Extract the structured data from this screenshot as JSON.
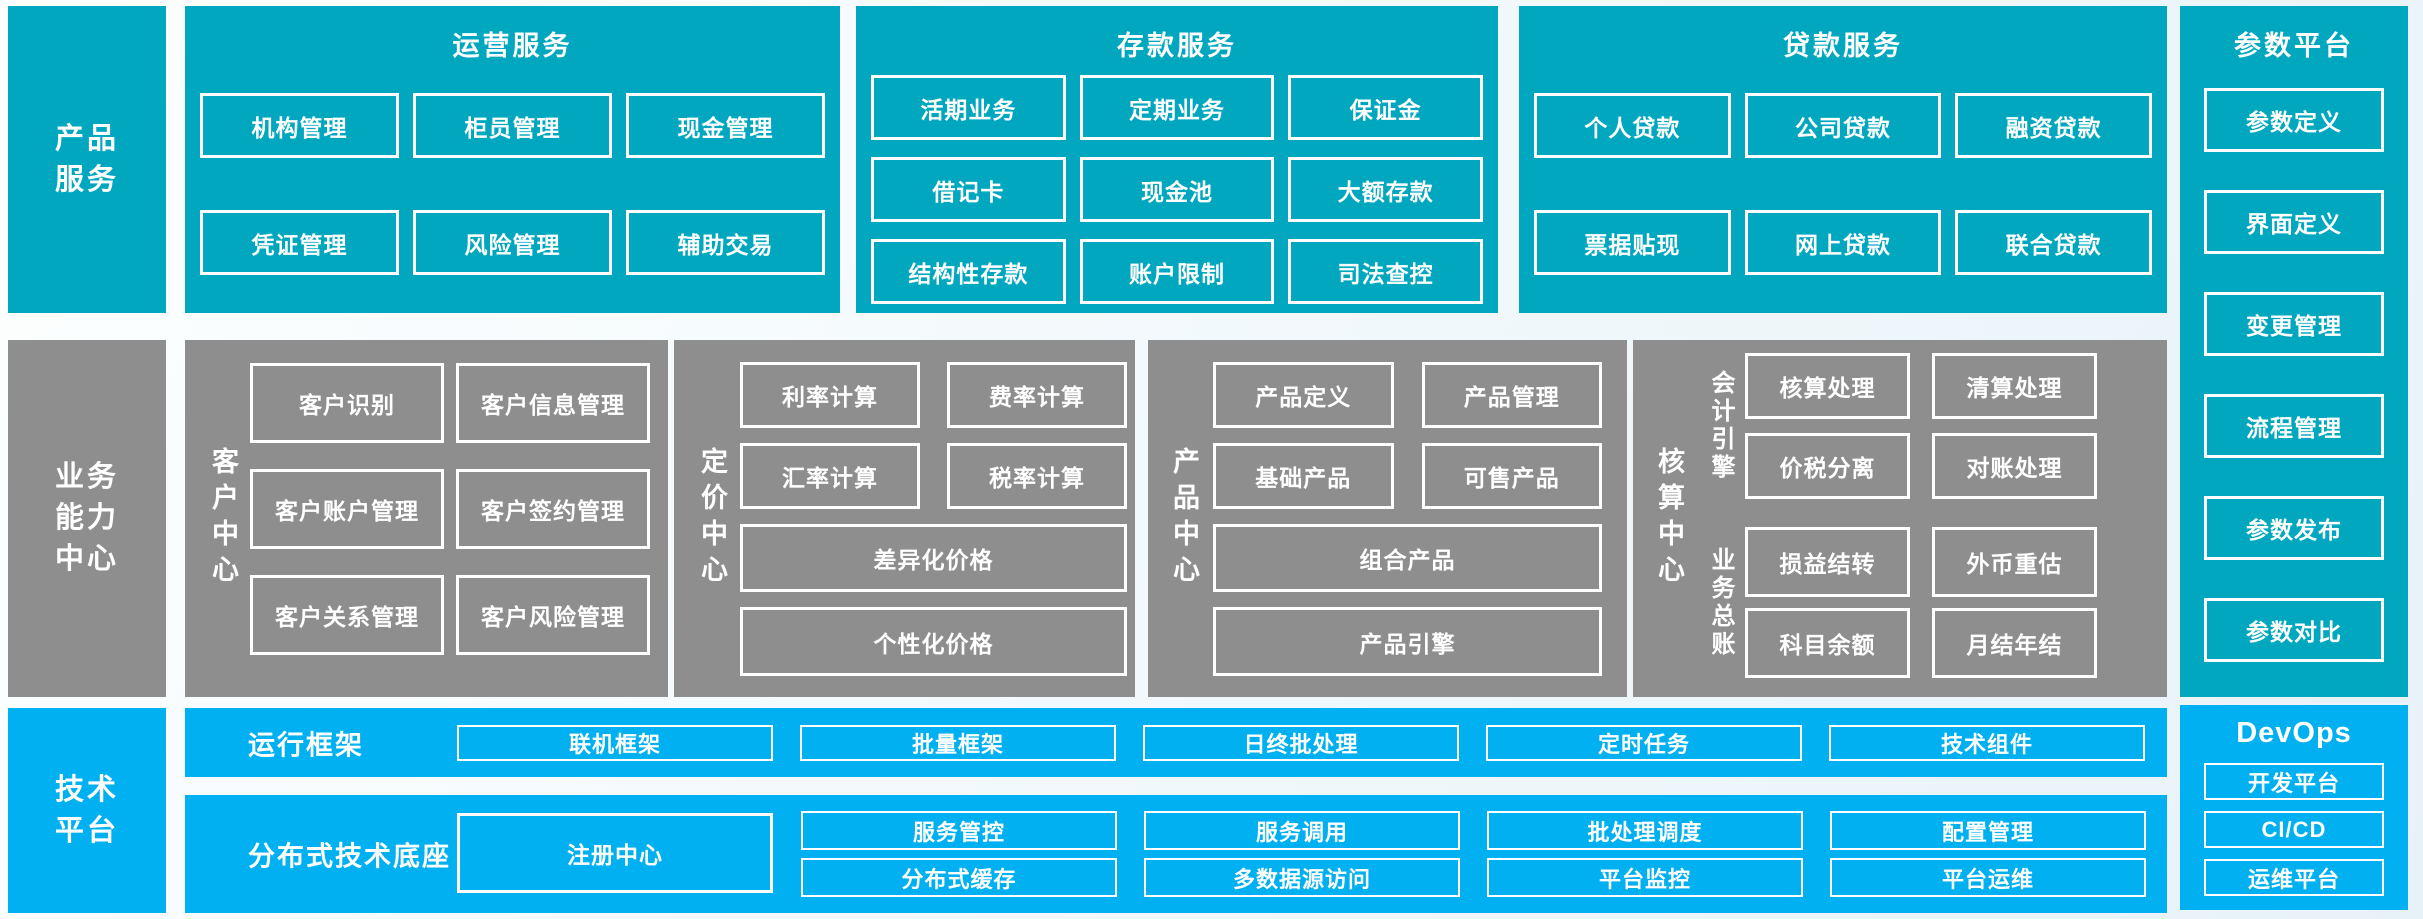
{
  "colors": {
    "teal": "#00A7BE",
    "gray": "#8E8E8E",
    "blue": "#00B0F0",
    "border": "#FFFFFF",
    "bg_start": "#FDFFFF",
    "bg_end": "#E7F2F8"
  },
  "sidebar": {
    "product": {
      "lines": [
        "产品",
        "服务"
      ]
    },
    "capability": {
      "lines": [
        "业务",
        "能力",
        "中心"
      ]
    },
    "tech": {
      "lines": [
        "技术",
        "平台"
      ]
    }
  },
  "top": {
    "operations": {
      "title": "运营服务",
      "items": [
        "机构管理",
        "柜员管理",
        "现金管理",
        "凭证管理",
        "风险管理",
        "辅助交易"
      ]
    },
    "deposit": {
      "title": "存款服务",
      "items": [
        "活期业务",
        "定期业务",
        "保证金",
        "借记卡",
        "现金池",
        "大额存款",
        "结构性存款",
        "账户限制",
        "司法查控"
      ]
    },
    "loan": {
      "title": "贷款服务",
      "items": [
        "个人贷款",
        "公司贷款",
        "融资贷款",
        "票据贴现",
        "网上贷款",
        "联合贷款"
      ]
    },
    "parameter": {
      "title": "参数平台",
      "items": [
        "参数定义",
        "界面定义",
        "变更管理",
        "流程管理",
        "参数发布",
        "参数对比"
      ]
    }
  },
  "middle": {
    "customer": {
      "label": "客户中心",
      "items": [
        "客户识别",
        "客户信息管理",
        "客户账户管理",
        "客户签约管理",
        "客户关系管理",
        "客户风险管理"
      ]
    },
    "pricing": {
      "label": "定价中心",
      "items": [
        "利率计算",
        "费率计算",
        "汇率计算",
        "税率计算"
      ],
      "wide": [
        "差异化价格",
        "个性化价格"
      ]
    },
    "product": {
      "label": "产品中心",
      "items": [
        "产品定义",
        "产品管理",
        "基础产品",
        "可售产品"
      ],
      "wide": [
        "组合产品",
        "产品引擎"
      ]
    },
    "accounting": {
      "label": "核算中心",
      "groups": [
        {
          "label": "会计引擎",
          "items": [
            "核算处理",
            "清算处理",
            "价税分离",
            "对账处理"
          ]
        },
        {
          "label": "业务总账",
          "items": [
            "损益结转",
            "外币重估",
            "科目余额",
            "月结年结"
          ]
        }
      ]
    }
  },
  "bottom": {
    "runtime": {
      "label": "运行框架",
      "items": [
        "联机框架",
        "批量框架",
        "日终批处理",
        "定时任务",
        "技术组件"
      ]
    },
    "distributed": {
      "label": "分布式技术底座",
      "registry": "注册中心",
      "row1": [
        "服务管控",
        "服务调用",
        "批处理调度",
        "配置管理"
      ],
      "row2": [
        "分布式缓存",
        "多数据源访问",
        "平台监控",
        "平台运维"
      ]
    },
    "devops": {
      "title": "DevOps",
      "items": [
        "开发平台",
        "CI/CD",
        "运维平台"
      ]
    }
  }
}
